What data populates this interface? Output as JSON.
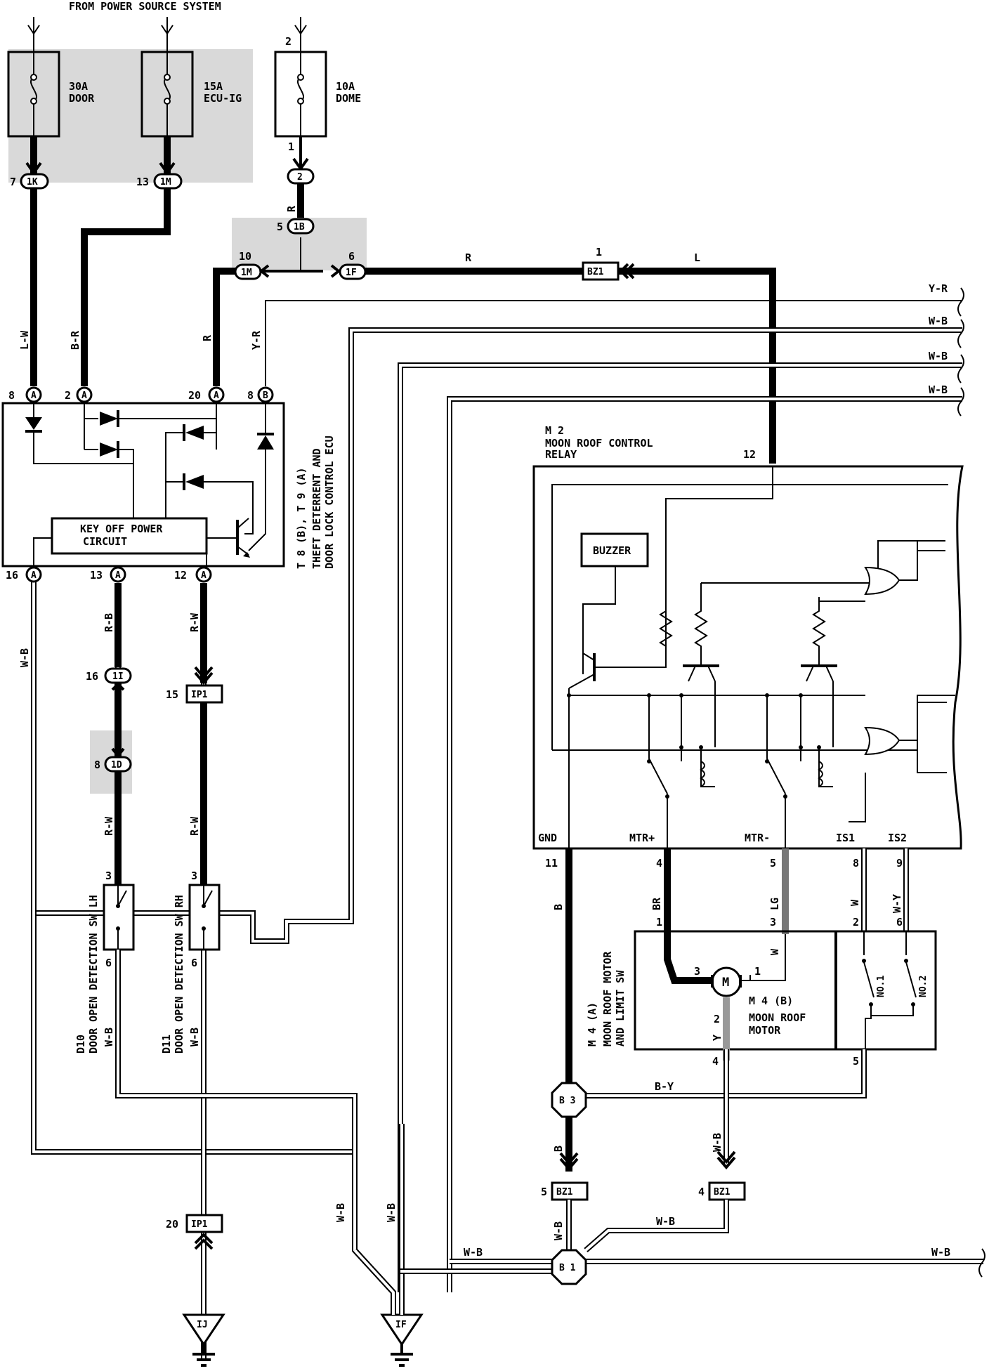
{
  "header": {
    "source": "FROM POWER SOURCE SYSTEM"
  },
  "fuses": [
    {
      "rating": "30A",
      "name": "DOOR"
    },
    {
      "rating": "15A",
      "name": "ECU-IG"
    },
    {
      "rating": "10A",
      "name": "DOME"
    }
  ],
  "connectors": {
    "c1": "1K",
    "c2": "1M",
    "c3": "2",
    "c4": "1B",
    "c5": "1M",
    "c6": "1F",
    "c7": "BZ1",
    "c8": "IP1",
    "c9": "1I",
    "c10": "1D",
    "c11": "B 3",
    "c12": "B 1",
    "c13": "BZ1",
    "c14": "BZ1",
    "c15": "IP1",
    "c16": "IJ",
    "c17": "IF"
  },
  "pins": {
    "p7": "7",
    "p13": "13",
    "p2": "2",
    "p1": "1",
    "p5": "5",
    "p10": "10",
    "p6": "6",
    "p1b": "1",
    "p8a": "8",
    "p2a": "2",
    "p20a": "20",
    "p8b": "8",
    "p16a": "16",
    "p13a": "13",
    "p12a": "12",
    "p15": "15",
    "p16": "16",
    "p8": "8",
    "p3l": "3",
    "p6l": "6",
    "p3r": "3",
    "p6r": "6",
    "p20": "20",
    "p12": "12",
    "p11": "11",
    "p4": "4",
    "p5r": "5",
    "p8r": "8",
    "p9": "9",
    "p1m": "1",
    "p3m": "3",
    "p2m": "2",
    "p6m": "6",
    "m3": "3",
    "m1": "1",
    "m2": "2",
    "p4b": "4",
    "p5b": "5",
    "p5bz": "5",
    "p4bz": "4",
    "a": "A",
    "b": "B"
  },
  "wires": {
    "LW": "L-W",
    "BR": "B-R",
    "R": "R",
    "YR": "Y-R",
    "L": "L",
    "WB": "W-B",
    "RB": "R-B",
    "RW": "R-W",
    "B": "B",
    "BR2": "BR",
    "LG": "LG",
    "W": "W",
    "WY": "W-Y",
    "Y": "Y",
    "BY": "B-Y"
  },
  "ecu": {
    "key_off": "KEY OFF POWER",
    "circuit": "CIRCUIT",
    "ref": "T 8 (B), T 9 (A)",
    "name1": "THEFT DETERRENT AND",
    "name2": "DOOR LOCK CONTROL ECU"
  },
  "relay": {
    "id": "M 2",
    "name1": "MOON ROOF CONTROL",
    "name2": "RELAY",
    "buzzer": "BUZZER",
    "terms": [
      "GND",
      "MTR+",
      "MTR-",
      "IS1",
      "IS2"
    ]
  },
  "motor_assy": {
    "id": "M 4 (A)",
    "name1": "MOON ROOF MOTOR",
    "name2": "AND LIMIT SW",
    "motor_id": "M 4 (B)",
    "motor1": "MOON ROOF",
    "motor2": "MOTOR",
    "m": "M",
    "sw1": "NO.1",
    "sw2": "NO.2"
  },
  "door_sw": {
    "lh_id": "D10",
    "lh_name": "DOOR OPEN DETECTION SW LH",
    "rh_id": "D11",
    "rh_name": "DOOR OPEN DETECTION SW RH"
  }
}
